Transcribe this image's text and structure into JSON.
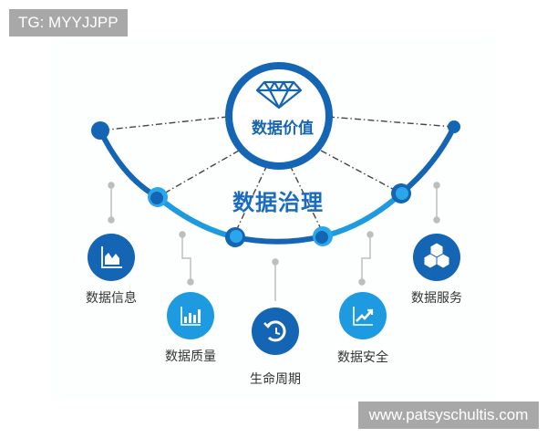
{
  "watermarks": {
    "top": "TG: MYYJJPP",
    "bottom": "www.patsyschultis.com"
  },
  "center": {
    "title": "数据价值",
    "icon": "diamond-icon"
  },
  "arc": {
    "title": "数据治理"
  },
  "nodes": [
    {
      "label": "数据信息",
      "icon": "area-chart-icon",
      "color": "#1565b5"
    },
    {
      "label": "数据质量",
      "icon": "bar-chart-icon",
      "color": "#1e9be0"
    },
    {
      "label": "生命周期",
      "icon": "cycle-icon",
      "color": "#1565b5"
    },
    {
      "label": "数据安全",
      "icon": "trend-up-icon",
      "color": "#1e9be0"
    },
    {
      "label": "数据服务",
      "icon": "cubes-icon",
      "color": "#1565b5"
    }
  ],
  "colors": {
    "dark_blue": "#1565b5",
    "light_blue": "#1e9be0",
    "connector_gray": "#bdbdbd",
    "dash_line": "#444444"
  }
}
